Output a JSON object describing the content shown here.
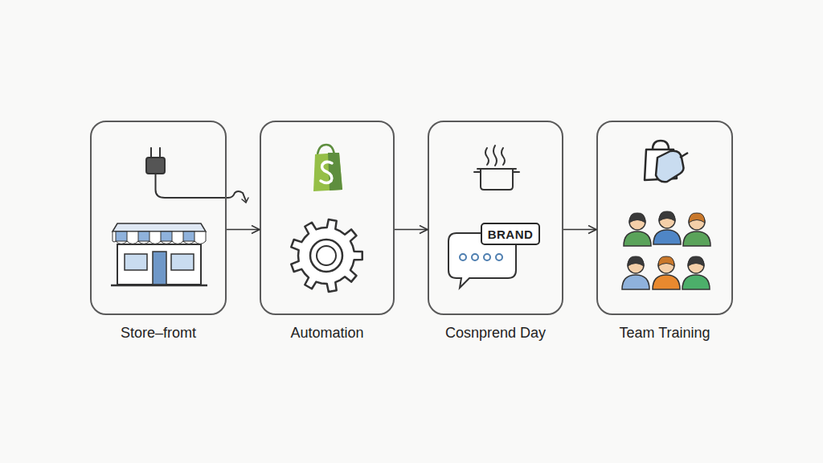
{
  "diagram": {
    "nodes": [
      {
        "text": [
          "Store–fromt"
        ]
      },
      {
        "text": [
          "Automation"
        ]
      },
      {
        "text": [
          "Cosnprend Day"
        ]
      },
      {
        "text": [
          "BRAND"
        ],
        "in": 2
      },
      {
        "text": [
          "Team Training"
        ]
      }
    ],
    "edges": [
      {
        "from": 0,
        "to": 1,
        "arrow": "to"
      },
      {
        "from": 1,
        "to": 2,
        "arrow": "to"
      },
      {
        "from": 2,
        "to": 4,
        "arrow": "to"
      }
    ]
  }
}
